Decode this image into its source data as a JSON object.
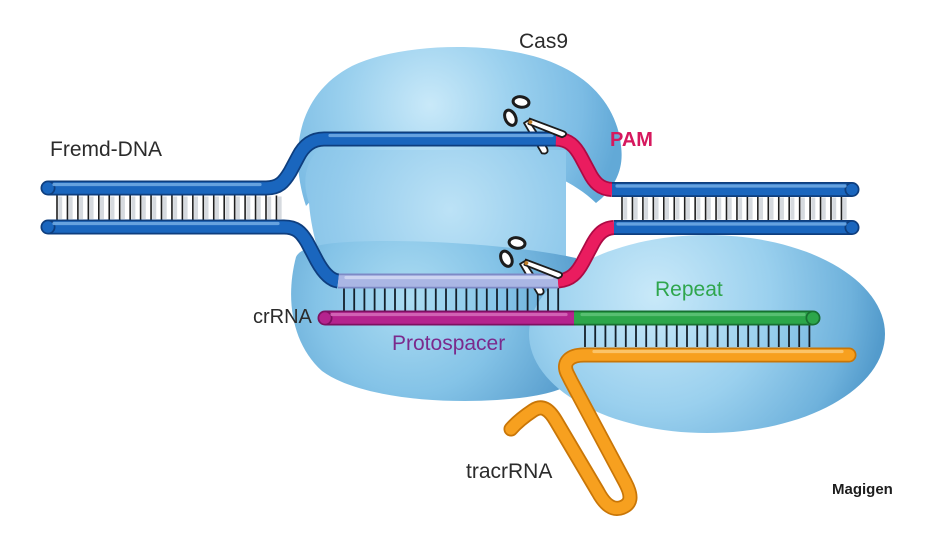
{
  "diagram": {
    "title": "Cas9",
    "labels": {
      "cas9": "Cas9",
      "fremd_dna": "Fremd-DNA",
      "pam": "PAM",
      "repeat": "Repeat",
      "crrna": "crRNA",
      "protospacer": "Protospacer",
      "tracrrna": "tracrRNA"
    },
    "watermark": "Magigen",
    "icons": {
      "scissors": {
        "name": "scissors-icon",
        "glyph": "✂",
        "meaning": "DNA cut site",
        "count": 2
      }
    },
    "colors": {
      "dna_strand_blue": "#1a66be",
      "dna_strand_outline": "#0e3e7e",
      "pam_pink": "#ea1c5f",
      "target_strand_lavender": "#aab6e4",
      "crrna_magenta": "#b5238e",
      "repeat_green": "#2ca64a",
      "tracrrna_orange": "#f7a01f",
      "cas9_protein_blue": "#8cc8ea",
      "label_pam_color": "#d6185e",
      "label_repeat_color": "#2fa64d",
      "label_protospacer_color": "#7b2a8c",
      "label_text_color": "#2b2b2b"
    }
  }
}
